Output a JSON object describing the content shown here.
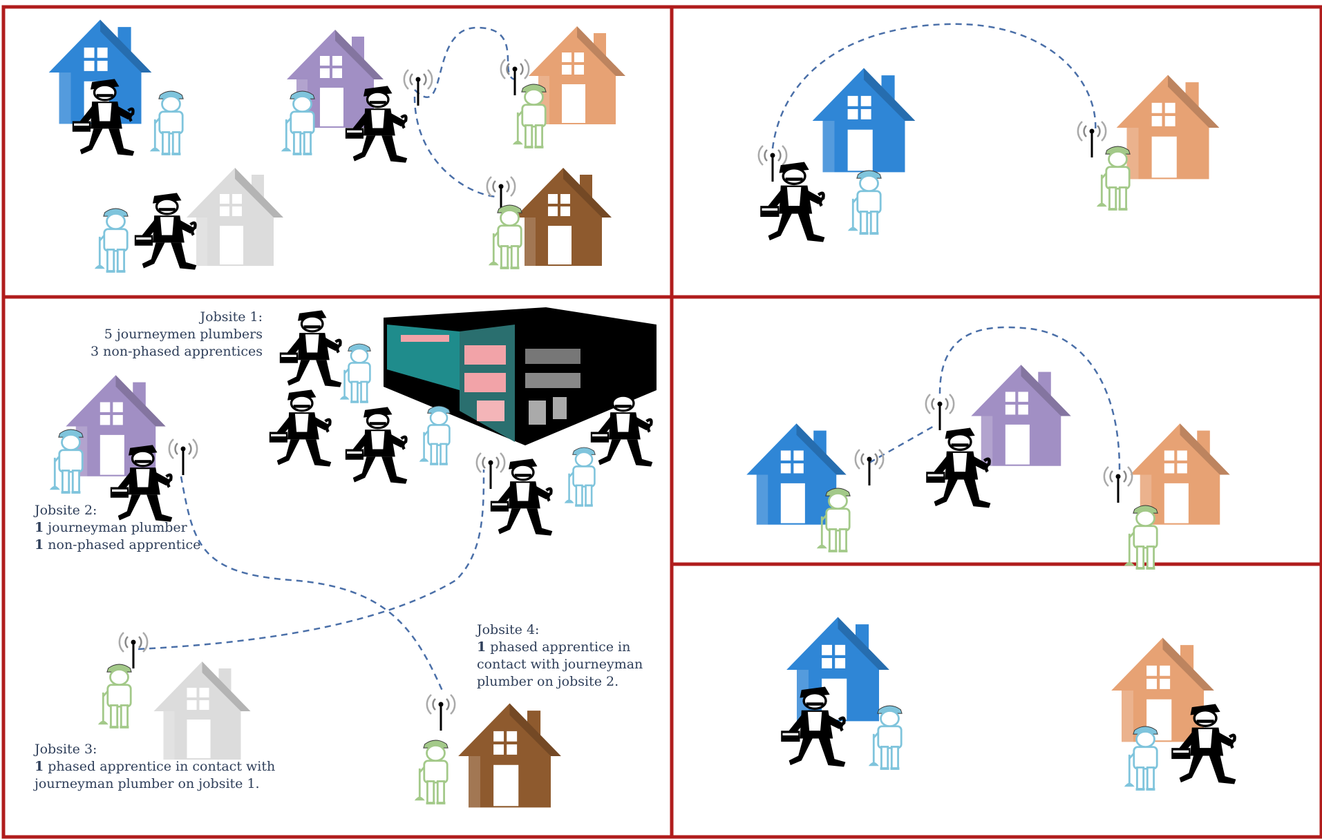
{
  "colors": {
    "frame": "#b01c1c",
    "link": "#4a6fa8",
    "house_blue": "#2f86d6",
    "house_purple": "#a18fc4",
    "house_orange": "#e7a274",
    "house_brown": "#8e5a2e",
    "house_white": "#dcdcdc",
    "apprentice_blue": "#7fc4dc",
    "apprentice_green": "#a3c989",
    "text": "#2f3f5a"
  },
  "icons": [
    "house-icon",
    "plumber-icon",
    "apprentice-icon",
    "antenna-icon",
    "office-building-icon"
  ],
  "captions": {
    "jobsite1": {
      "title": "Jobsite 1:",
      "line1": "5 journeymen plumbers",
      "line2": "3 non-phased apprentices"
    },
    "jobsite2": {
      "title": "Jobsite 2:",
      "count1": "1",
      "line1": " journeyman plumber",
      "count2": "1",
      "line2": " non-phased apprentice"
    },
    "jobsite3": {
      "title": "Jobsite 3:",
      "count1": "1",
      "line1": " phased apprentice in contact with",
      "line2": "journeyman plumber on jobsite 1."
    },
    "jobsite4": {
      "title": "Jobsite 4:",
      "count1": "1",
      "line1": " phased apprentice in",
      "line2": "contact with journeyman",
      "line3": "plumber on jobsite 2."
    }
  }
}
